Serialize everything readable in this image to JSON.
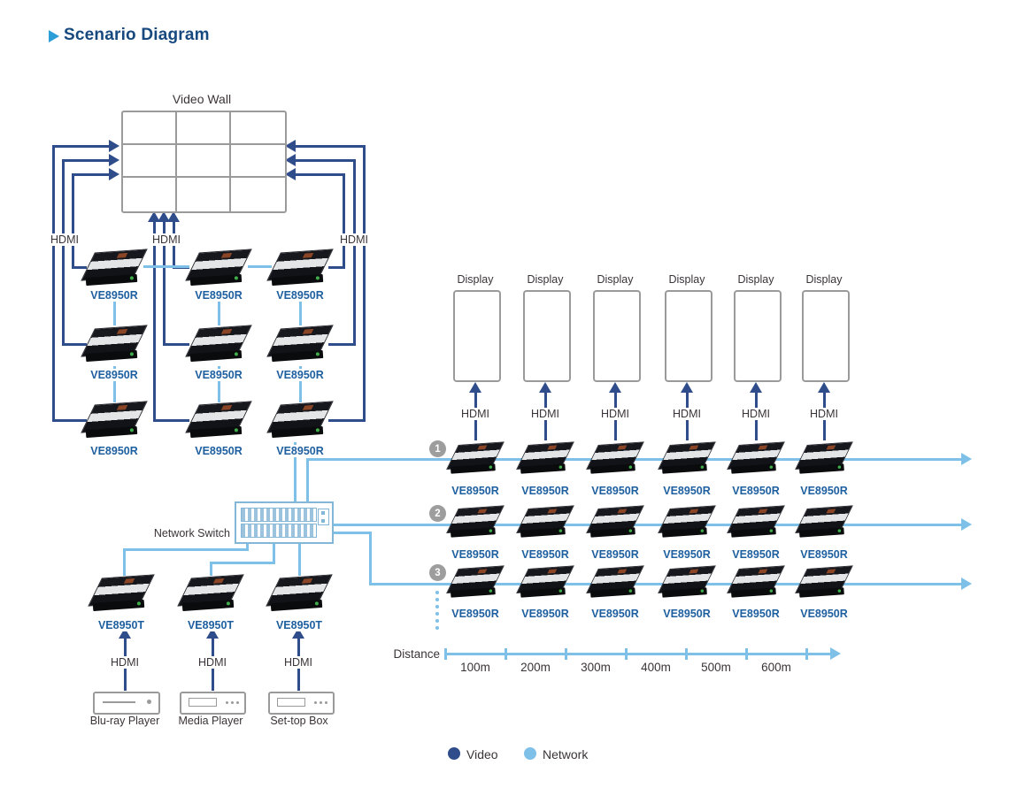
{
  "title": "Scenario Diagram",
  "labels": {
    "video_wall": "Video Wall",
    "hdmi": "HDMI",
    "receiver": "VE8950R",
    "transmitter": "VE8950T",
    "network_switch": "Network Switch",
    "display": "Display",
    "distance": "Distance"
  },
  "sources": [
    "Blu-ray Player",
    "Media Player",
    "Set-top Box"
  ],
  "row_numbers": [
    "1",
    "2",
    "3"
  ],
  "distance_ticks": [
    "100m",
    "200m",
    "300m",
    "400m",
    "500m",
    "600m"
  ],
  "legend": {
    "video": "Video",
    "network": "Network"
  },
  "colors": {
    "video_line": "#2e4d8a",
    "network_line": "#7ec0e8",
    "device_label_blue": "#1e5f9f",
    "outline_gray": "#9a9a9a",
    "text_dark": "#3b3438",
    "title_navy": "#17497f",
    "title_arrow_blue": "#2b9dd7",
    "number_badge_gray": "#9d9d9d"
  }
}
